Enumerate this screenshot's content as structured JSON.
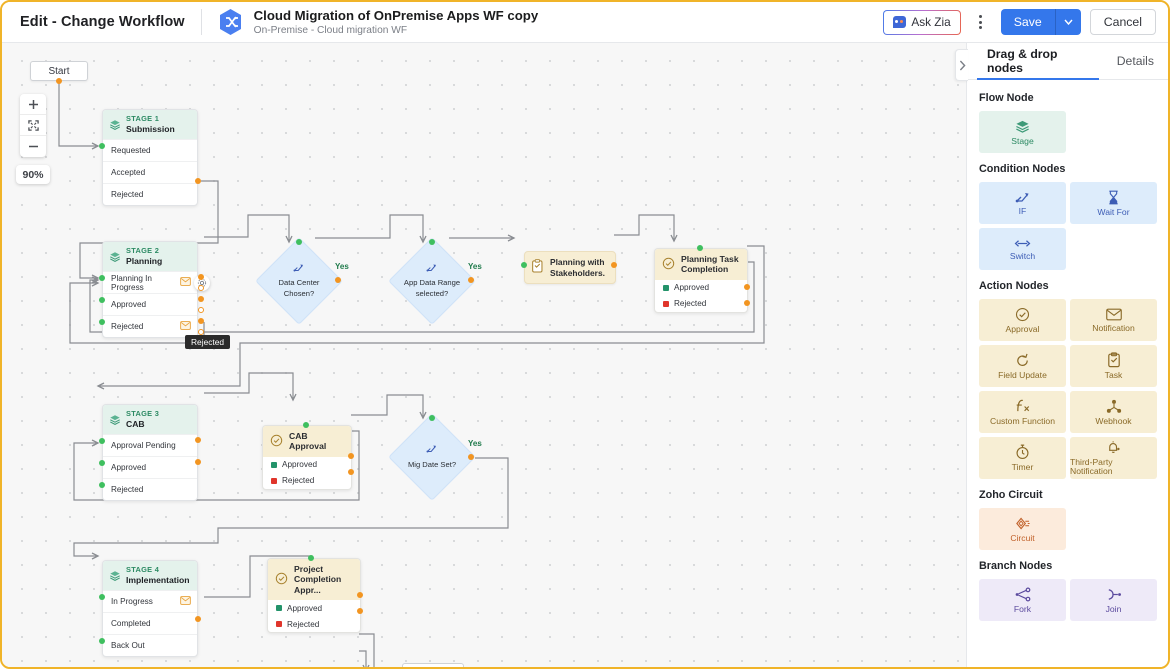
{
  "topbar": {
    "edit_title": "Edit - Change Workflow",
    "workflow_name": "Cloud Migration of OnPremise Apps WF copy",
    "workflow_sub": "On-Premise - Cloud migration WF",
    "logo_icon": "shuffle-hex-icon",
    "ask_zia_label": "Ask Zia",
    "ask_zia_icon": "zia-chat-icon",
    "kebab_icon": "more-vertical-icon",
    "save_label": "Save",
    "save_caret_icon": "chevron-down-icon",
    "cancel_label": "Cancel"
  },
  "canvas": {
    "zoom_in_icon": "plus-icon",
    "fit_icon": "fit-screen-icon",
    "zoom_out_icon": "minus-icon",
    "zoom_level": "90%",
    "tooltip_rejected": "Rejected",
    "yes_labels": [
      "Yes",
      "Yes",
      "Yes"
    ],
    "nodes": {
      "start": {
        "label": "Start"
      },
      "stage1": {
        "stage_label": "STAGE 1",
        "title": "Submission",
        "icon": "stage-layers-icon",
        "rows": [
          {
            "label": "Requested",
            "mail": false
          },
          {
            "label": "Accepted",
            "mail": false
          },
          {
            "label": "Rejected",
            "mail": false
          }
        ]
      },
      "stage2": {
        "stage_label": "STAGE 2",
        "title": "Planning",
        "icon": "stage-layers-icon",
        "gear_icon": "gear-icon",
        "rows": [
          {
            "label": "Planning In Progress",
            "mail": true
          },
          {
            "label": "Approved",
            "mail": false
          },
          {
            "label": "Rejected",
            "mail": true
          }
        ]
      },
      "stage3": {
        "stage_label": "STAGE 3",
        "title": "CAB",
        "icon": "stage-layers-icon",
        "rows": [
          {
            "label": "Approval Pending",
            "mail": false
          },
          {
            "label": "Approved",
            "mail": false
          },
          {
            "label": "Rejected",
            "mail": false
          }
        ]
      },
      "stage4": {
        "stage_label": "STAGE 4",
        "title": "Implementation",
        "icon": "stage-layers-icon",
        "rows": [
          {
            "label": "In Progress",
            "mail": true
          },
          {
            "label": "Completed",
            "mail": false
          },
          {
            "label": "Back Out",
            "mail": false
          }
        ]
      },
      "cond_data_center": {
        "line1": "Data Center",
        "line2": "Chosen?",
        "icon": "if-branch-icon"
      },
      "cond_app_data": {
        "line1": "App Data Range",
        "line2": "selected?",
        "icon": "if-branch-icon"
      },
      "cond_mig_date": {
        "line1": "Mig Date Set?",
        "line2": "",
        "icon": "if-branch-icon"
      },
      "task_planning": {
        "line1": "Planning with",
        "line2": "Stakeholders.",
        "icon": "task-clipboard-icon"
      },
      "appr_planning_task": {
        "line1": "Planning Task",
        "line2": "Completion",
        "icon": "approval-check-icon",
        "rows": [
          {
            "label": "Approved",
            "color": "#23936a"
          },
          {
            "label": "Rejected",
            "color": "#e0352b"
          }
        ]
      },
      "appr_cab": {
        "line1": "CAB Approval",
        "line2": "",
        "icon": "approval-check-icon",
        "rows": [
          {
            "label": "Approved",
            "color": "#23936a"
          },
          {
            "label": "Rejected",
            "color": "#e0352b"
          }
        ]
      },
      "appr_project": {
        "line1": "Project",
        "line2": "Completion Appr...",
        "icon": "approval-check-icon",
        "rows": [
          {
            "label": "Approved",
            "color": "#23936a"
          },
          {
            "label": "Rejected",
            "color": "#e0352b"
          }
        ]
      }
    }
  },
  "panel": {
    "collapse_icon": "chevron-right-icon",
    "tabs": [
      {
        "label": "Drag & drop nodes",
        "active": true
      },
      {
        "label": "Details",
        "active": false
      }
    ],
    "sections": [
      {
        "title": "Flow Node",
        "kind": "flow",
        "tiles": [
          {
            "label": "Stage",
            "icon": "stage-layers-icon"
          }
        ]
      },
      {
        "title": "Condition Nodes",
        "kind": "cond",
        "tiles": [
          {
            "label": "IF",
            "icon": "if-branch-icon"
          },
          {
            "label": "Wait For",
            "icon": "hourglass-icon"
          },
          {
            "label": "Switch",
            "icon": "switch-arrows-icon"
          }
        ]
      },
      {
        "title": "Action Nodes",
        "kind": "action",
        "tiles": [
          {
            "label": "Approval",
            "icon": "approval-check-icon"
          },
          {
            "label": "Notification",
            "icon": "envelope-icon"
          },
          {
            "label": "Field Update",
            "icon": "refresh-icon"
          },
          {
            "label": "Task",
            "icon": "task-clipboard-icon"
          },
          {
            "label": "Custom Function",
            "icon": "function-fx-icon"
          },
          {
            "label": "Webhook",
            "icon": "webhook-icon"
          },
          {
            "label": "Timer",
            "icon": "timer-icon"
          },
          {
            "label": "Third-Party Notification",
            "icon": "bell-icon"
          }
        ]
      },
      {
        "title": "Zoho Circuit",
        "kind": "circuit",
        "tiles": [
          {
            "label": "Circuit",
            "icon": "circuit-icon"
          }
        ]
      },
      {
        "title": "Branch Nodes",
        "kind": "branch",
        "tiles": [
          {
            "label": "Fork",
            "icon": "fork-icon"
          },
          {
            "label": "Join",
            "icon": "join-icon"
          }
        ]
      }
    ]
  },
  "colors": {
    "accent": "#3477eb",
    "stage_green": "#2c8a63",
    "action_amber": "#f7eed4",
    "condition_blue": "#ddecfb",
    "port_in": "#3fbf5f",
    "port_out": "#f29521",
    "frame": "#f0b429"
  }
}
